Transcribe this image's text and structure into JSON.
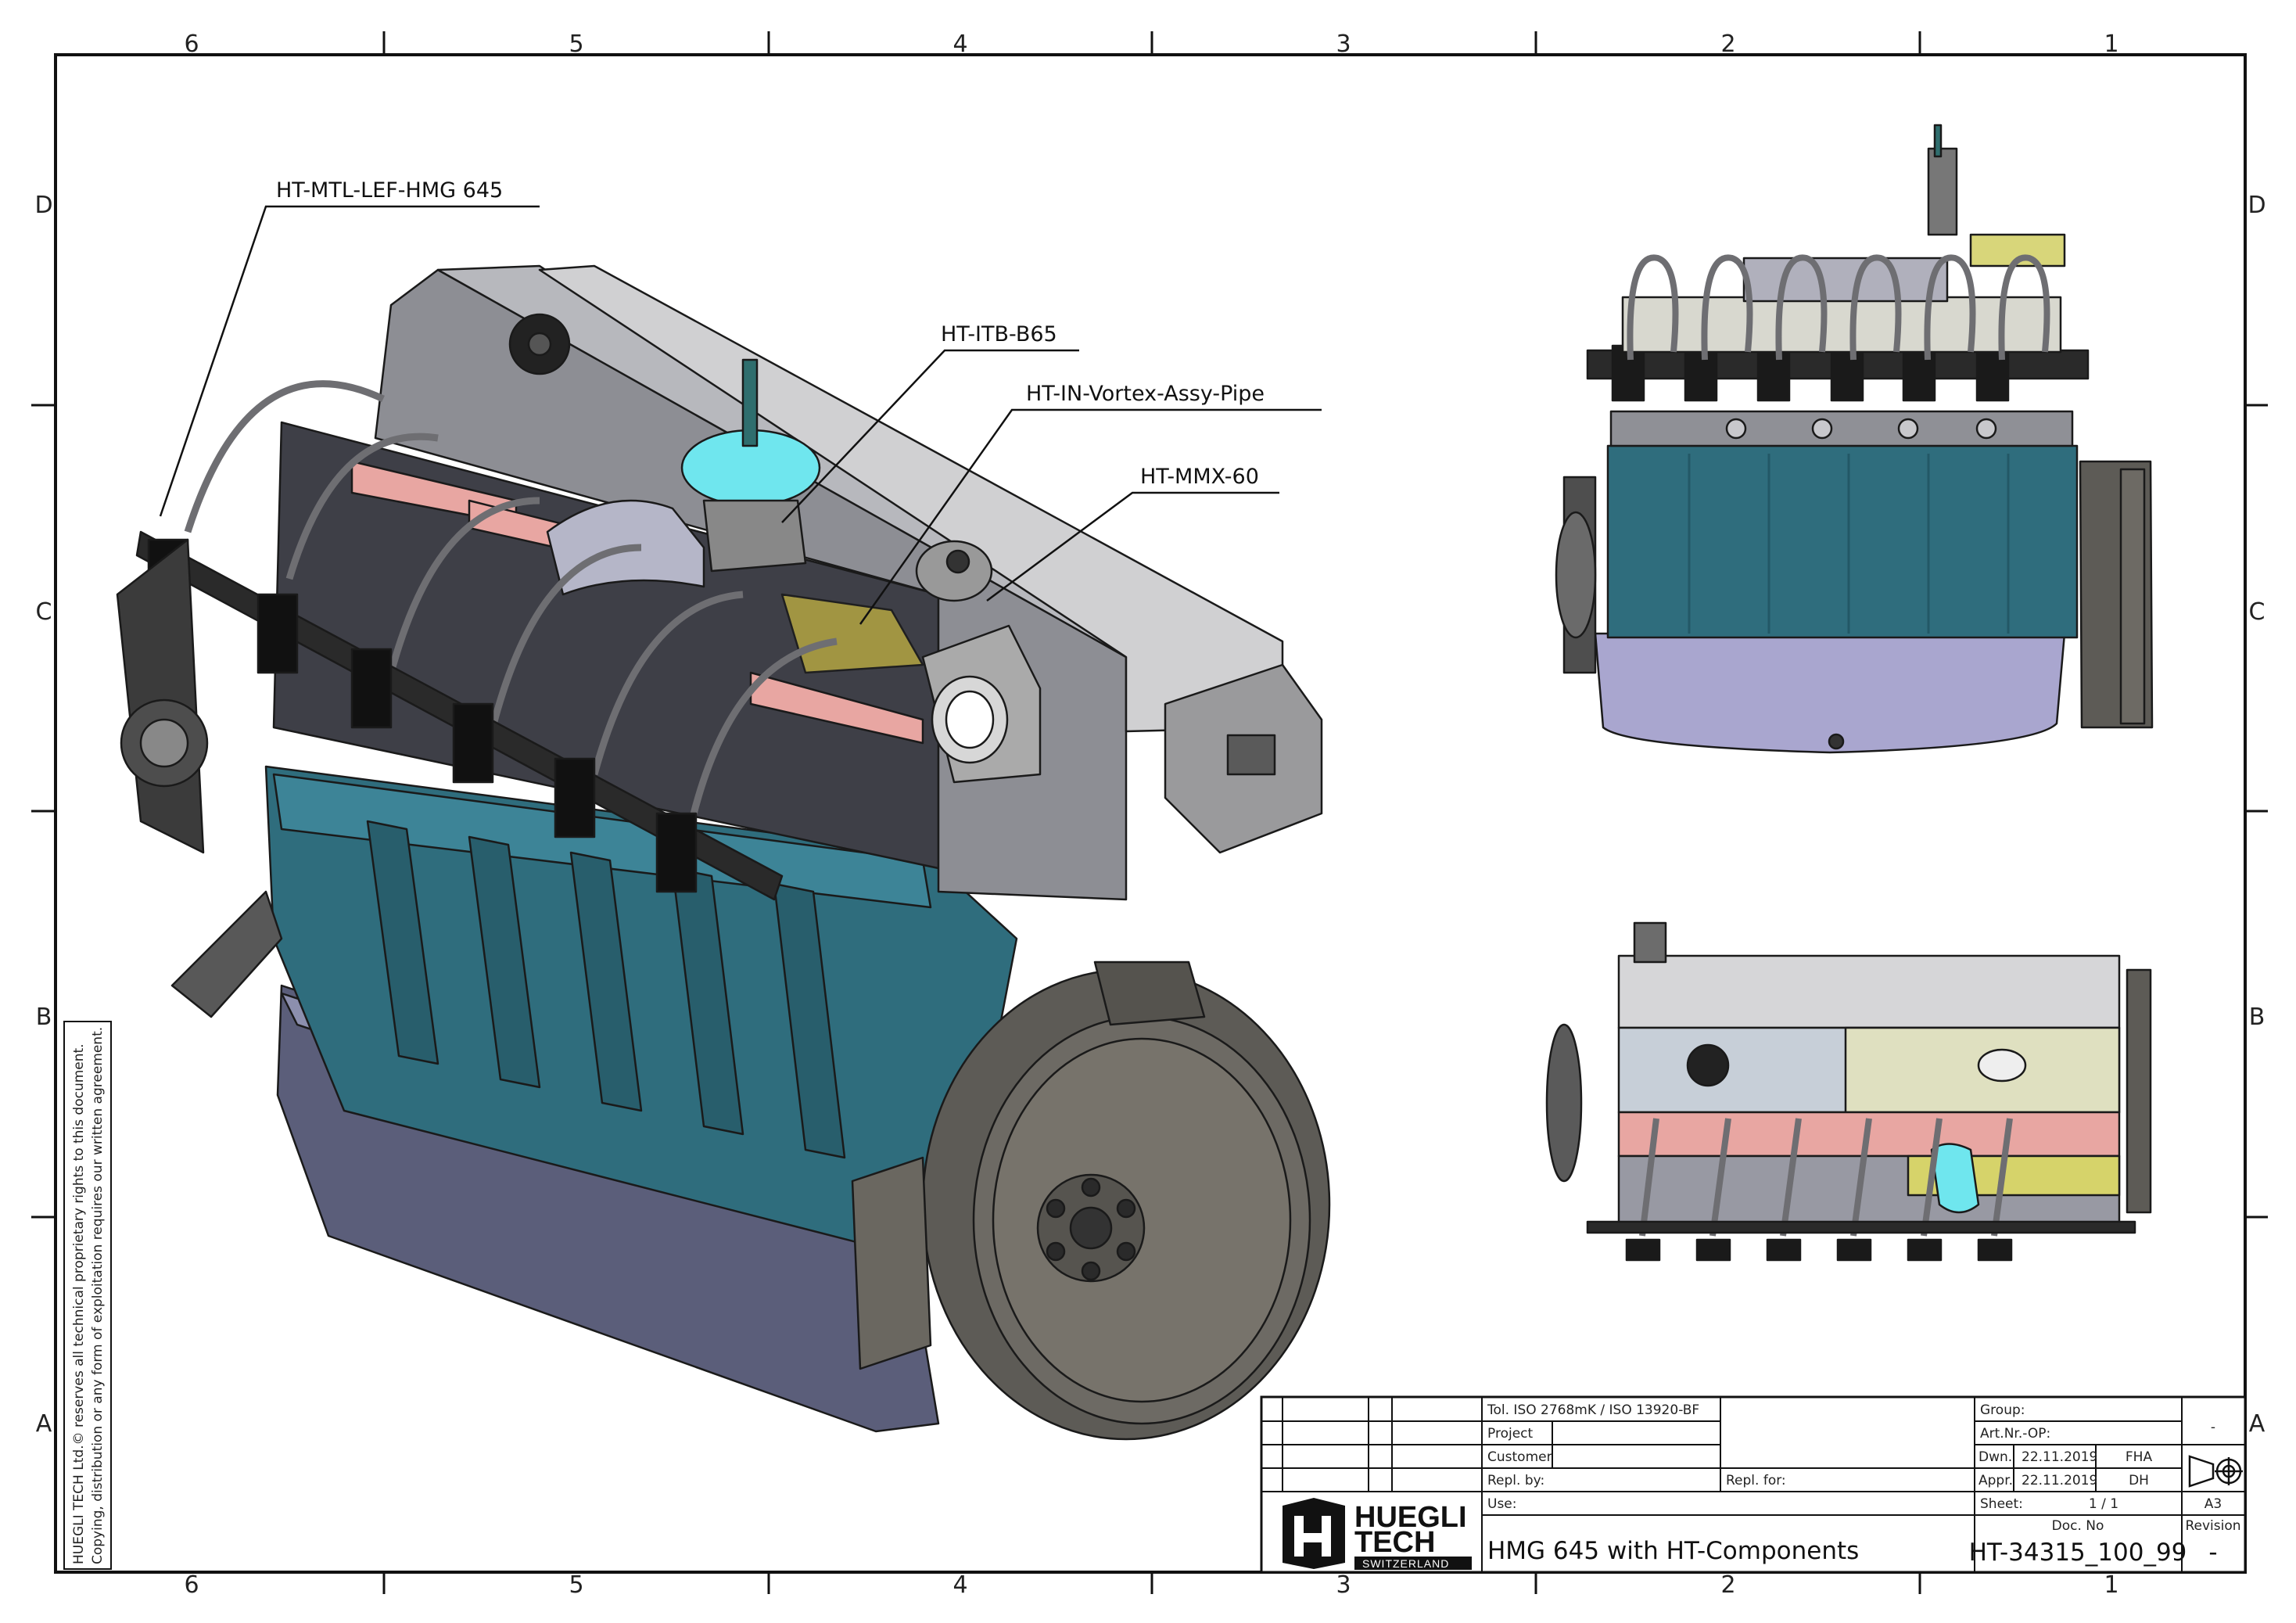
{
  "zones": {
    "cols": [
      "6",
      "5",
      "4",
      "3",
      "2",
      "1"
    ],
    "rows": [
      "D",
      "C",
      "B",
      "A"
    ]
  },
  "callouts": [
    "HT-MTL-LEF-HMG 645",
    "HT-ITB-B65",
    "HT-IN-Vortex-Assy-Pipe",
    "HT-MMX-60"
  ],
  "copyright": {
    "line1": "HUEGLI TECH Ltd.© reserves all technical proprietary rights to this document.",
    "line2": "Copying, distribution or any form of exploitation requires our written agreement."
  },
  "title_block": {
    "tolerance": "Tol. ISO 2768mK / ISO 13920-BF",
    "project": "Project",
    "customer": "Customer",
    "repl_by": "Repl. by:",
    "repl_for": "Repl. for:",
    "use": "Use:",
    "title": "HMG 645 with HT-Components",
    "group": "Group:",
    "art_nr": "Art.Nr.-OP:",
    "art_value": "-",
    "dwn_label": "Dwn.",
    "dwn_date": "22.11.2019",
    "dwn_by": "FHA",
    "appr_label": "Appr.",
    "appr_date": "22.11.2019",
    "appr_by": "DH",
    "sheet_label": "Sheet:",
    "sheet_value": "1 / 1",
    "format": "A3",
    "doc_no_label": "Doc. No",
    "doc_no": "HT-34315_100_99",
    "revision_label": "Revision",
    "revision": "-"
  },
  "logo": {
    "line1": "HUEGLI",
    "line2": "TECH",
    "line3": "SWITZERLAND"
  }
}
